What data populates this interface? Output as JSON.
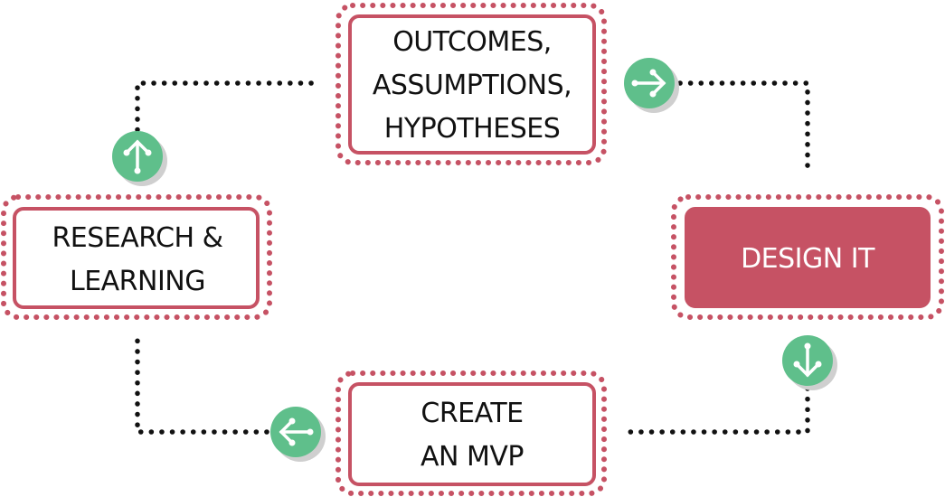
{
  "steps": [
    {
      "id": "outcomes",
      "lines": [
        "OUTCOMES,",
        "ASSUMPTIONS,",
        "HYPOTHESES"
      ]
    },
    {
      "id": "design",
      "lines": [
        "DESIGN IT"
      ]
    },
    {
      "id": "mvp",
      "lines": [
        "CREATE",
        "AN MVP"
      ]
    },
    {
      "id": "research",
      "lines": [
        "RESEARCH &",
        "LEARNING"
      ]
    }
  ],
  "colors": {
    "box_border": "#c65264",
    "highlight_fill": "#c65264",
    "arrow_bg": "#5fbf8b",
    "connector": "#111111"
  },
  "arrows": [
    {
      "between": "outcomes-design",
      "direction": "right"
    },
    {
      "between": "design-mvp",
      "direction": "down"
    },
    {
      "between": "mvp-research",
      "direction": "left"
    },
    {
      "between": "research-outcomes",
      "direction": "up"
    }
  ]
}
